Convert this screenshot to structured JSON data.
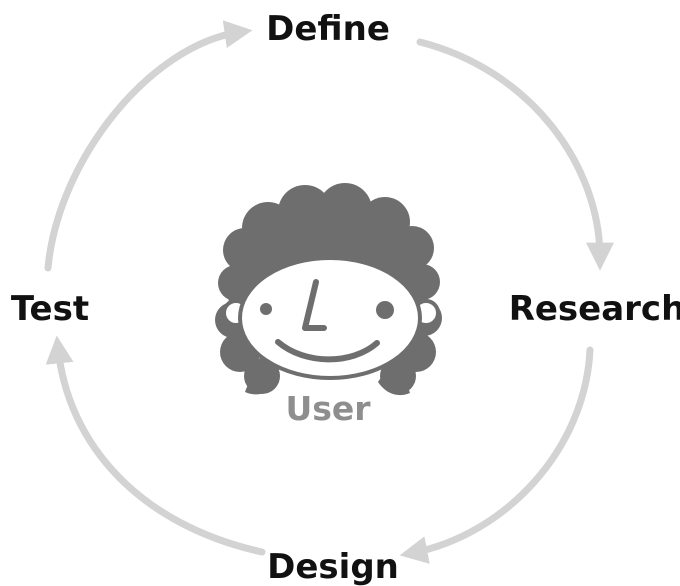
{
  "stages": {
    "define": "Define",
    "research": "Research",
    "design": "Design",
    "test": "Test"
  },
  "center": {
    "label": "User"
  },
  "colors": {
    "arrow": "#d3d3d3",
    "hair": "#6e6e6e",
    "face_outline": "#7a7a7a",
    "text": "#111111",
    "center_text": "#8e8e8e"
  },
  "icons": {
    "center": "user-face-icon"
  }
}
